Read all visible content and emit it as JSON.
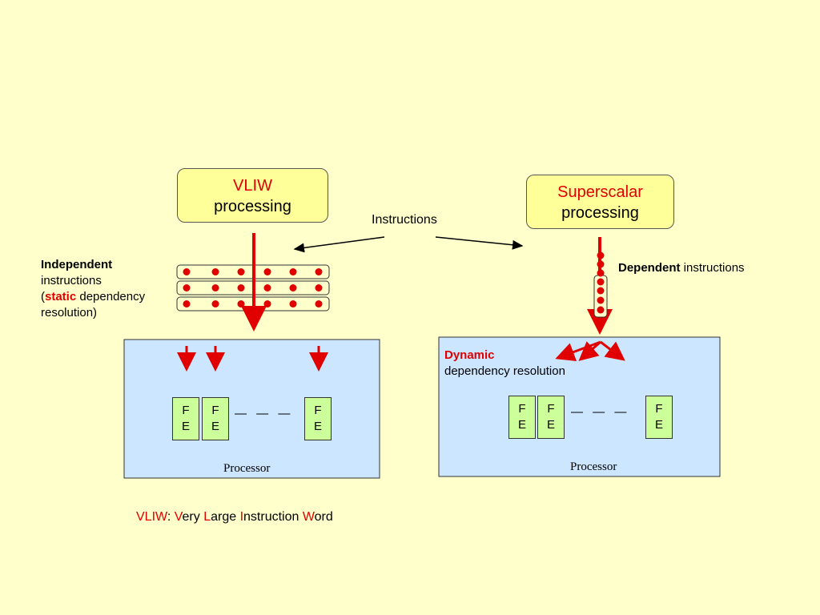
{
  "vliw_box": {
    "line1": "VLIW",
    "line2": "processing"
  },
  "superscalar_box": {
    "line1": "Superscalar",
    "line2": "processing"
  },
  "instructions_label": "Instructions",
  "independent": {
    "bold": "Independent",
    "line2": "instructions",
    "open_paren": "(",
    "static_word": "static",
    "rest_line3": " dependency",
    "line4": "resolution)"
  },
  "dependent": {
    "bold": "Dependent",
    "rest": " instructions"
  },
  "dynamic": {
    "word": "Dynamic",
    "line2": "dependency resolution"
  },
  "fe_unit": {
    "top": "F",
    "bottom": "E"
  },
  "dashes": "— — —",
  "processor_label": "Processor",
  "caption": {
    "abbr": "VLIW",
    "colon": ": ",
    "v": "V",
    "ery": "ery ",
    "l": "L",
    "arge": "arge ",
    "i": "I",
    "nstruction": "nstruction ",
    "w": "W",
    "ord": "ord"
  },
  "colors": {
    "background": "#ffffcc",
    "accent_red": "#e00000",
    "processor_fill": "#cce6ff",
    "title_fill": "#ffff99",
    "fe_fill": "#ccff99"
  }
}
